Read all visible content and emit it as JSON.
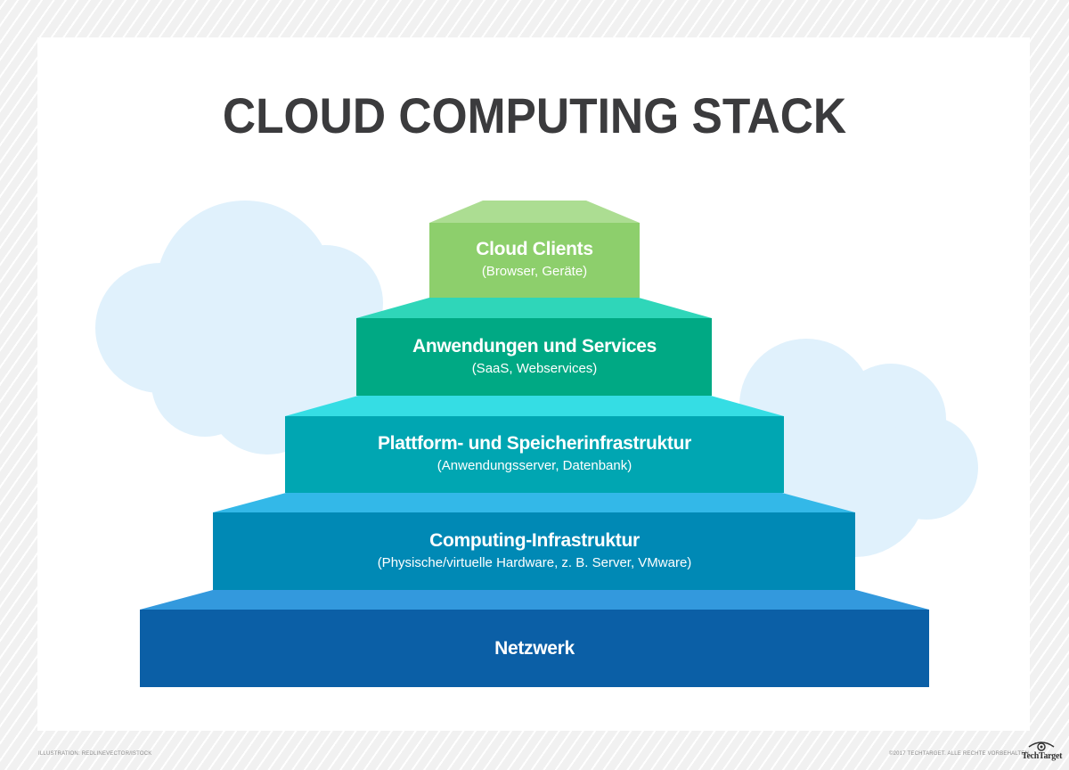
{
  "title": "CLOUD COMPUTING STACK",
  "layers": [
    {
      "name": "Cloud Clients",
      "detail": "(Browser, Geräte)",
      "front_color": "#8dcf6c",
      "top_color": "#acdd92"
    },
    {
      "name": "Anwendungen und Services",
      "detail": "(SaaS, Webservices)",
      "front_color": "#00a984",
      "top_color": "#2fd6b9"
    },
    {
      "name": "Plattform- und Speicherinfrastruktur",
      "detail": "(Anwendungsserver, Datenbank)",
      "front_color": "#00a6b2",
      "top_color": "#35dde4"
    },
    {
      "name": "Computing-Infrastruktur",
      "detail": "(Physische/virtuelle Hardware, z. B. Server, VMware)",
      "front_color": "#0089b5",
      "top_color": "#33b8e8"
    },
    {
      "name": "Netzwerk",
      "detail": "",
      "front_color": "#0b5fa6",
      "top_color": "#3399dd"
    }
  ],
  "background": {
    "cloud_color": "#e0f1fc"
  },
  "footer": {
    "illustration_credit": "ILLUSTRATION: REDLINEVECTOR/ISTOCK",
    "copyright": "©2017 TECHTARGET. ALLE RECHTE VORBEHALTEN",
    "logo_text": "TechTarget"
  }
}
